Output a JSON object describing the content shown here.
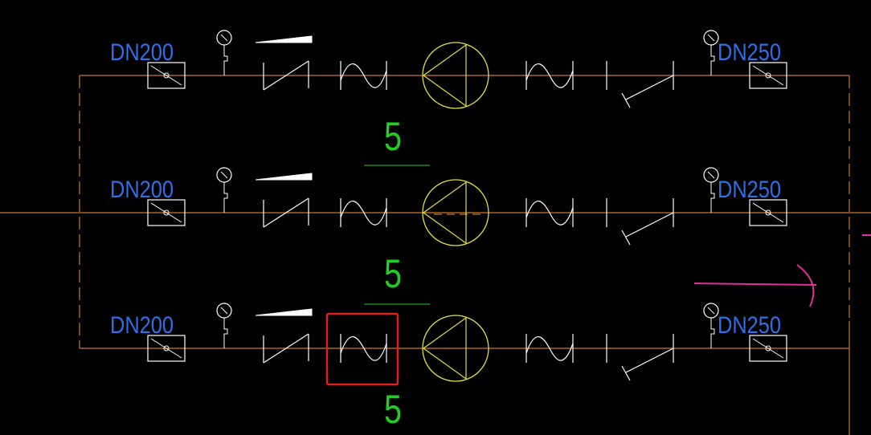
{
  "diagram": {
    "rows": [
      {
        "inlet_size": "DN200",
        "outlet_size": "DN250",
        "mark": "5"
      },
      {
        "inlet_size": "DN200",
        "outlet_size": "DN250",
        "mark": "5"
      },
      {
        "inlet_size": "DN200",
        "outlet_size": "DN250",
        "mark": "5"
      }
    ],
    "colors": {
      "background": "#000000",
      "pipe": "#c8782e",
      "symbol": "#ffffff",
      "pump": "#e0e040",
      "size_label": "#2f6fe8",
      "mark_label": "#22cc22",
      "highlight": "#e02020",
      "flow_arrow": "#e0309a"
    },
    "highlighted_component": "flexible-joint-row-3-inlet"
  }
}
